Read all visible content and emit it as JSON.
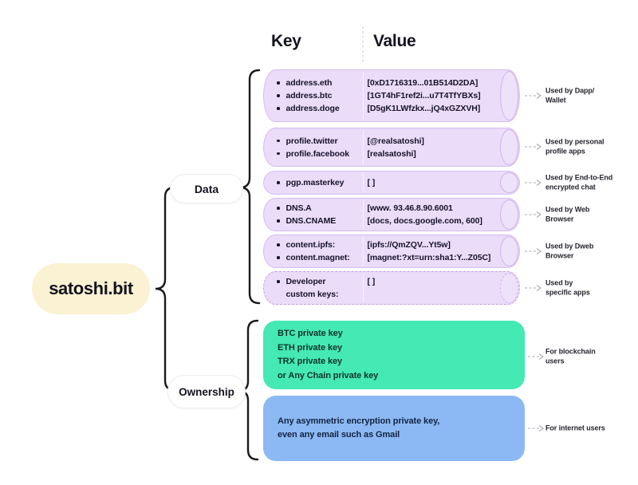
{
  "root_label": "satoshi.bit",
  "header": {
    "key": "Key",
    "value": "Value"
  },
  "branches": {
    "data": "Data",
    "ownership": "Ownership"
  },
  "records": [
    {
      "rows": [
        {
          "key": "address.eth",
          "value": "[0xD1716319...01B514D2DA]"
        },
        {
          "key": "address.btc",
          "value": "[1GT4hF1ref2i...u7T4TfYBXs]"
        },
        {
          "key": "address.doge",
          "value": "[D5gK1LWfzkx...jQ4xGZXVH]"
        }
      ],
      "annotation": [
        "Used by Dapp/",
        "Wallet"
      ]
    },
    {
      "rows": [
        {
          "key": "profile.twitter",
          "value": "[@realsatoshi]"
        },
        {
          "key": "profile.facebook",
          "value": "[realsatoshi]"
        }
      ],
      "annotation": [
        "Used by personal",
        "profile apps"
      ]
    },
    {
      "rows": [
        {
          "key": "pgp.masterkey",
          "value": "[ ]"
        }
      ],
      "annotation": [
        "Used by End-to-End",
        "encrypted chat"
      ]
    },
    {
      "rows": [
        {
          "key": "DNS.A",
          "value": "[www. 93.46.8.90.6001"
        },
        {
          "key": "DNS.CNAME",
          "value": "[docs, docs.google.com, 600]"
        }
      ],
      "annotation": [
        "Used by Web",
        "Browser"
      ]
    },
    {
      "rows": [
        {
          "key": "content.ipfs:",
          "value": "[ipfs://QmZQV...Yt5w]"
        },
        {
          "key": "content.magnet:",
          "value": "[magnet:?xt=urn:sha1:Y...Z05C]"
        }
      ],
      "annotation": [
        "Used by Dweb",
        "Browser"
      ]
    },
    {
      "rows": [
        {
          "key": "Developer",
          "key2": "custom keys:",
          "value": "[ ]"
        }
      ],
      "annotation": [
        "Used by",
        "specific apps"
      ]
    }
  ],
  "ownership_cards": [
    {
      "lines": [
        "BTC private key",
        "ETH private key",
        "TRX private key",
        "or Any Chain private key"
      ],
      "annotation": [
        "For blockchain",
        "users"
      ],
      "color": "#44e9b3"
    },
    {
      "lines": [
        "Any asymmetric encryption private key,",
        "even any email such as Gmail"
      ],
      "annotation": [
        "For internet users"
      ],
      "color": "#8cb9f4"
    }
  ],
  "colors": {
    "record_fill": "#ebdcf9",
    "record_border": "#d5bcee",
    "root_fill": "#faf2d2",
    "green_card": "#44e9b3",
    "blue_card": "#8cb9f4",
    "connector": "#1a1a1a",
    "arrow": "#ababb5"
  }
}
